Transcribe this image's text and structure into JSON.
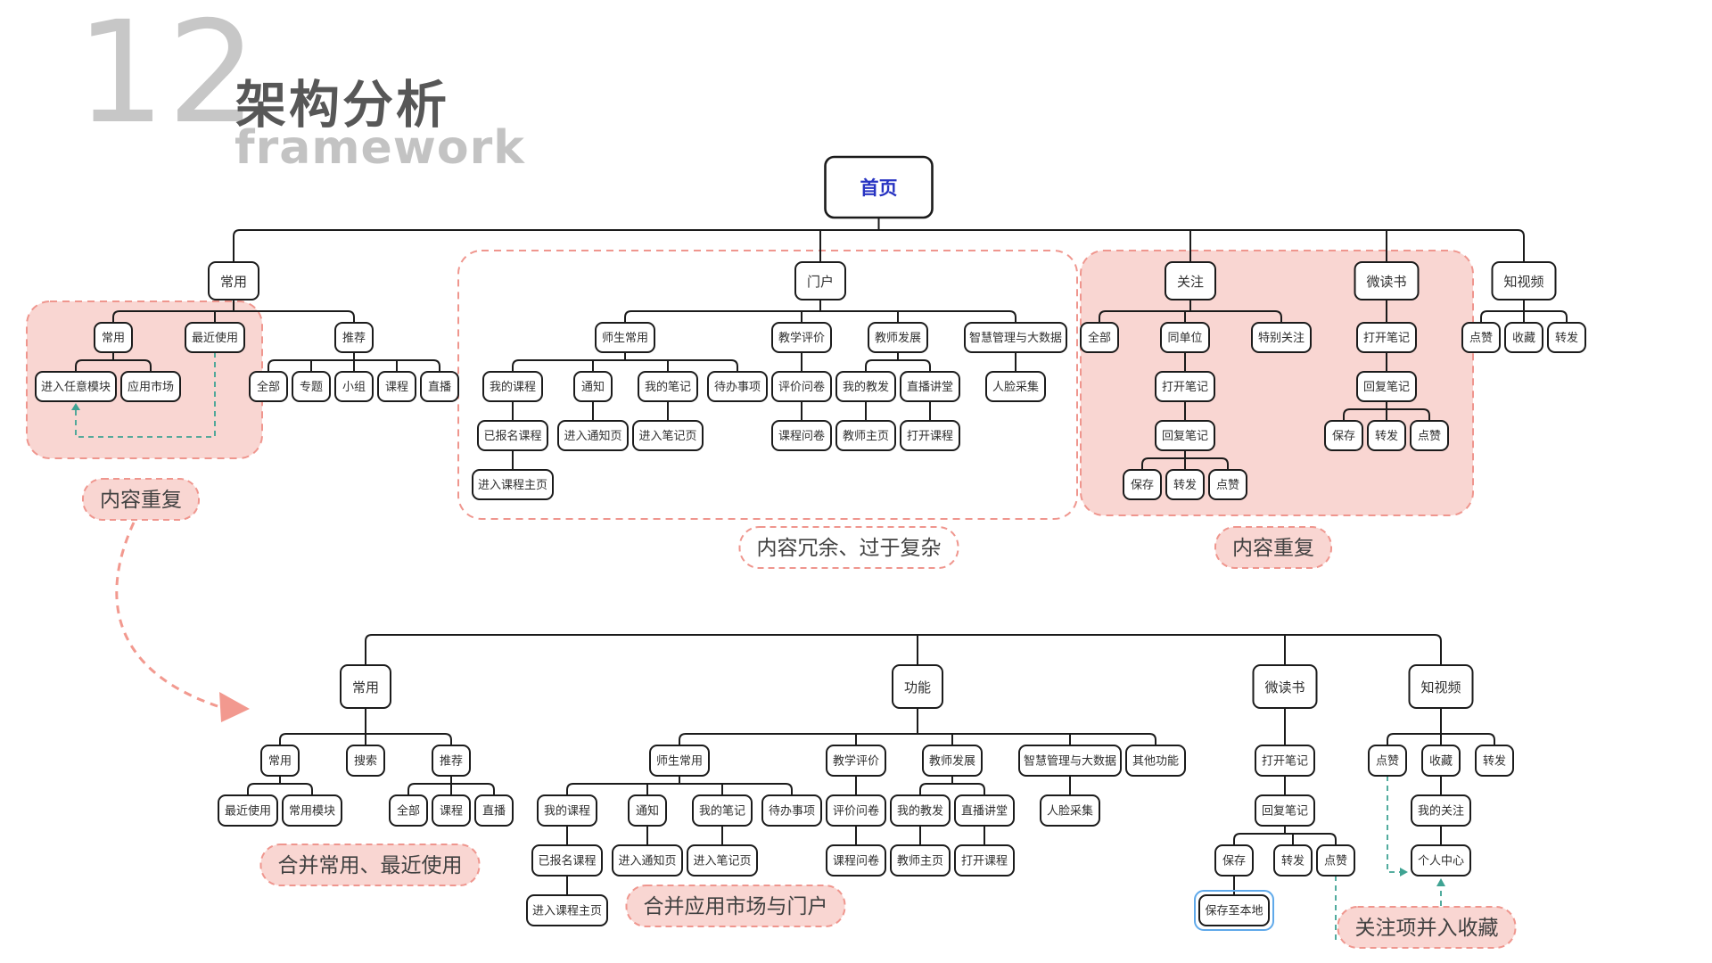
{
  "header": {
    "number": "12",
    "title": "架构分析",
    "subtitle": "framework"
  },
  "colors": {
    "node_border": "#1b1b1b",
    "node_text": "#2f2f2f",
    "root_text": "#2733c2",
    "region_fill": "#f9d6d2",
    "dash_pink": "#ef968e",
    "teal": "#3fa393",
    "blue_select": "#5fa9ea",
    "arrow_pink": "#f2998f",
    "label_text": "#414141"
  },
  "top_tree": {
    "root": {
      "id": "home",
      "label": "首页",
      "children": [
        {
          "id": "cy",
          "label": "常用",
          "children": [
            {
              "id": "cy-cy",
              "label": "常用",
              "children": [
                {
                  "id": "cy-enter-any",
                  "label": "进入任意模块"
                },
                {
                  "id": "cy-app-market",
                  "label": "应用市场"
                }
              ]
            },
            {
              "id": "cy-recent",
              "label": "最近使用"
            },
            {
              "id": "cy-rec",
              "label": "推荐",
              "children": [
                {
                  "id": "rec-all",
                  "label": "全部"
                },
                {
                  "id": "rec-topic",
                  "label": "专题"
                },
                {
                  "id": "rec-group",
                  "label": "小组"
                },
                {
                  "id": "rec-course",
                  "label": "课程"
                },
                {
                  "id": "rec-live",
                  "label": "直播"
                }
              ]
            }
          ]
        },
        {
          "id": "portal",
          "label": "门户",
          "children": [
            {
              "id": "p-ssc",
              "label": "师生常用",
              "children": [
                {
                  "id": "p-mycourse",
                  "label": "我的课程",
                  "children": [
                    {
                      "id": "p-enrolled",
                      "label": "已报名课程",
                      "children": [
                        {
                          "id": "p-coursehome",
                          "label": "进入课程主页"
                        }
                      ]
                    }
                  ]
                },
                {
                  "id": "p-notice",
                  "label": "通知",
                  "children": [
                    {
                      "id": "p-noticepage",
                      "label": "进入通知页"
                    }
                  ]
                },
                {
                  "id": "p-mynotes",
                  "label": "我的笔记",
                  "children": [
                    {
                      "id": "p-notespage",
                      "label": "进入笔记页"
                    }
                  ]
                },
                {
                  "id": "p-todo",
                  "label": "待办事项"
                }
              ]
            },
            {
              "id": "p-eval",
              "label": "教学评价",
              "children": [
                {
                  "id": "p-evalq",
                  "label": "评价问卷",
                  "children": [
                    {
                      "id": "p-courseq",
                      "label": "课程问卷"
                    }
                  ]
                }
              ]
            },
            {
              "id": "p-tdev",
              "label": "教师发展",
              "children": [
                {
                  "id": "p-myjiaofa",
                  "label": "我的教发",
                  "children": [
                    {
                      "id": "p-teacherhome",
                      "label": "教师主页"
                    }
                  ]
                },
                {
                  "id": "p-livehall",
                  "label": "直播讲堂",
                  "children": [
                    {
                      "id": "p-opencourse",
                      "label": "打开课程"
                    }
                  ]
                }
              ]
            },
            {
              "id": "p-smart",
              "label": "智慧管理与大数据",
              "children": [
                {
                  "id": "p-face",
                  "label": "人脸采集"
                }
              ]
            }
          ]
        },
        {
          "id": "follow",
          "label": "关注",
          "children": [
            {
              "id": "f-all",
              "label": "全部"
            },
            {
              "id": "f-sameorg",
              "label": "同单位",
              "children": [
                {
                  "id": "f-opennote",
                  "label": "打开笔记",
                  "children": [
                    {
                      "id": "f-replynote",
                      "label": "回复笔记",
                      "children": [
                        {
                          "id": "f-save",
                          "label": "保存"
                        },
                        {
                          "id": "f-forward",
                          "label": "转发"
                        },
                        {
                          "id": "f-like",
                          "label": "点赞"
                        }
                      ]
                    }
                  ]
                }
              ]
            },
            {
              "id": "f-special",
              "label": "特别关注"
            }
          ]
        },
        {
          "id": "wds",
          "label": "微读书",
          "children": [
            {
              "id": "w-opennote",
              "label": "打开笔记",
              "children": [
                {
                  "id": "w-replynote",
                  "label": "回复笔记",
                  "children": [
                    {
                      "id": "w-save",
                      "label": "保存"
                    },
                    {
                      "id": "w-forward",
                      "label": "转发"
                    },
                    {
                      "id": "w-like",
                      "label": "点赞"
                    }
                  ]
                }
              ]
            }
          ]
        },
        {
          "id": "zsp",
          "label": "知视频",
          "children": [
            {
              "id": "z-like",
              "label": "点赞"
            },
            {
              "id": "z-fav",
              "label": "收藏"
            },
            {
              "id": "z-forward",
              "label": "转发"
            }
          ]
        }
      ]
    }
  },
  "bottom_tree": {
    "branches": [
      {
        "id": "b-cy",
        "label": "常用",
        "children": [
          {
            "id": "b-cy-cy",
            "label": "常用",
            "children": [
              {
                "id": "b-recent",
                "label": "最近使用"
              },
              {
                "id": "b-cymod",
                "label": "常用模块"
              }
            ]
          },
          {
            "id": "b-search",
            "label": "搜索"
          },
          {
            "id": "b-rec",
            "label": "推荐",
            "children": [
              {
                "id": "b-rec-all",
                "label": "全部"
              },
              {
                "id": "b-rec-course",
                "label": "课程"
              },
              {
                "id": "b-rec-live",
                "label": "直播"
              }
            ]
          }
        ]
      },
      {
        "id": "b-func",
        "label": "功能",
        "children": [
          {
            "id": "bf-ssc",
            "label": "师生常用",
            "children": [
              {
                "id": "bf-mycourse",
                "label": "我的课程",
                "children": [
                  {
                    "id": "bf-enrolled",
                    "label": "已报名课程",
                    "children": [
                      {
                        "id": "bf-coursehome",
                        "label": "进入课程主页"
                      }
                    ]
                  }
                ]
              },
              {
                "id": "bf-notice",
                "label": "通知",
                "children": [
                  {
                    "id": "bf-noticepage",
                    "label": "进入通知页"
                  }
                ]
              },
              {
                "id": "bf-mynotes",
                "label": "我的笔记",
                "children": [
                  {
                    "id": "bf-notespage",
                    "label": "进入笔记页"
                  }
                ]
              },
              {
                "id": "bf-todo",
                "label": "待办事项"
              }
            ]
          },
          {
            "id": "bf-eval",
            "label": "教学评价",
            "children": [
              {
                "id": "bf-evalq",
                "label": "评价问卷",
                "children": [
                  {
                    "id": "bf-courseq",
                    "label": "课程问卷"
                  }
                ]
              }
            ]
          },
          {
            "id": "bf-tdev",
            "label": "教师发展",
            "children": [
              {
                "id": "bf-myjiaofa",
                "label": "我的教发",
                "children": [
                  {
                    "id": "bf-teacherhome",
                    "label": "教师主页"
                  }
                ]
              },
              {
                "id": "bf-livehall",
                "label": "直播讲堂",
                "children": [
                  {
                    "id": "bf-opencourse",
                    "label": "打开课程"
                  }
                ]
              }
            ]
          },
          {
            "id": "bf-smart",
            "label": "智慧管理与大数据",
            "children": [
              {
                "id": "bf-face",
                "label": "人脸采集"
              }
            ]
          },
          {
            "id": "bf-other",
            "label": "其他功能"
          }
        ]
      },
      {
        "id": "b-wds",
        "label": "微读书",
        "children": [
          {
            "id": "bw-opennote",
            "label": "打开笔记",
            "children": [
              {
                "id": "bw-replynote",
                "label": "回复笔记",
                "children": [
                  {
                    "id": "bw-save",
                    "label": "保存",
                    "children": [
                      {
                        "id": "bw-savelocal",
                        "label": "保存至本地",
                        "special": "blue"
                      }
                    ]
                  },
                  {
                    "id": "bw-forward",
                    "label": "转发"
                  },
                  {
                    "id": "bw-like",
                    "label": "点赞"
                  }
                ]
              }
            ]
          }
        ]
      },
      {
        "id": "b-zsp",
        "label": "知视频",
        "children": [
          {
            "id": "bz-like",
            "label": "点赞"
          },
          {
            "id": "bz-fav",
            "label": "收藏",
            "children": [
              {
                "id": "bz-myfollow",
                "label": "我的关注",
                "children": [
                  {
                    "id": "bz-personal",
                    "label": "个人中心"
                  }
                ]
              }
            ]
          },
          {
            "id": "bz-forward",
            "label": "转发"
          }
        ]
      }
    ]
  },
  "annotations": [
    {
      "id": "dup-left",
      "text": "内容重复"
    },
    {
      "id": "redundant",
      "text": "内容冗余、过于复杂"
    },
    {
      "id": "dup-right",
      "text": "内容重复"
    },
    {
      "id": "merge-common",
      "text": "合并常用、最近使用"
    },
    {
      "id": "merge-market",
      "text": "合并应用市场与门户"
    },
    {
      "id": "follow-into-fav",
      "text": "关注项并入收藏"
    }
  ]
}
